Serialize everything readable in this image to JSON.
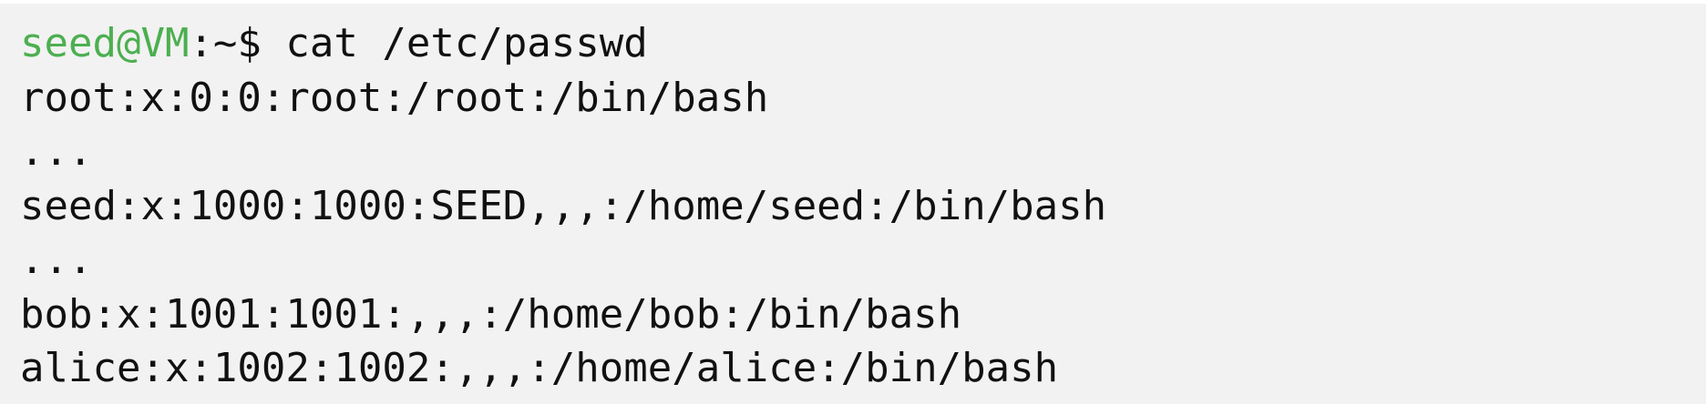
{
  "terminal": {
    "prompt_user": "seed@VM",
    "prompt_suffix": ":~$ ",
    "command": "cat /etc/passwd",
    "output_lines": [
      "root:x:0:0:root:/root:/bin/bash",
      "...",
      "seed:x:1000:1000:SEED,,,:/home/seed:/bin/bash",
      "...",
      "bob:x:1001:1001:,,,:/home/bob:/bin/bash",
      "alice:x:1002:1002:,,,:/home/alice:/bin/bash"
    ]
  },
  "colors": {
    "background": "#f2f2f2",
    "prompt_user": "#4caf50",
    "text": "#111111"
  }
}
